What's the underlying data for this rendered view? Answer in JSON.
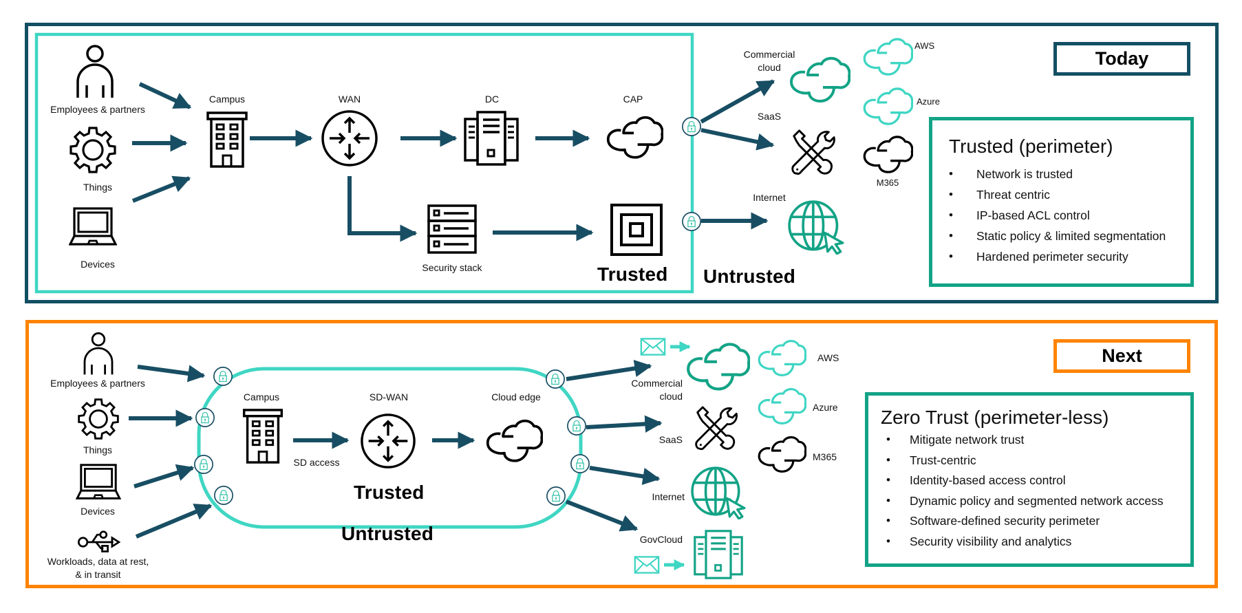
{
  "colors": {
    "navy": "#134f63",
    "teal_light": "#3fd6c3",
    "teal_green": "#13a386",
    "orange": "#ff8300",
    "arrow": "#184e63",
    "black": "#000000"
  },
  "today": {
    "tag": "Today",
    "sources": [
      {
        "label": "Employees & partners",
        "icon": "person-icon"
      },
      {
        "label": "Things",
        "icon": "gear-icon"
      },
      {
        "label": "Devices",
        "icon": "laptop-icon"
      }
    ],
    "nodes": {
      "campus": "Campus",
      "wan": "WAN",
      "dc": "DC",
      "cap": "CAP",
      "security_stack": "Security stack"
    },
    "zone_trusted": "Trusted",
    "zone_untrusted": "Untrusted",
    "destinations": {
      "commercial_cloud": "Commercial\ncloud",
      "saas": "SaaS",
      "internet": "Internet"
    },
    "clouds": [
      "AWS",
      "Azure",
      "M365"
    ],
    "info": {
      "title": "Trusted (perimeter)",
      "bullets": [
        "Network is trusted",
        "Threat centric",
        "IP-based ACL control",
        "Static policy & limited segmentation",
        "Hardened perimeter security"
      ]
    }
  },
  "next": {
    "tag": "Next",
    "sources": [
      {
        "label": "Employees & partners",
        "icon": "person-icon"
      },
      {
        "label": "Things",
        "icon": "gear-icon"
      },
      {
        "label": "Devices",
        "icon": "laptop-icon"
      },
      {
        "label": "Workloads, data at rest,\n& in transit",
        "icon": "usb-icon"
      }
    ],
    "nodes": {
      "campus": "Campus",
      "sd_access": "SD access",
      "sdwan": "SD-WAN",
      "cloud_edge": "Cloud edge"
    },
    "zone_trusted": "Trusted",
    "zone_untrusted": "Untrusted",
    "destinations": {
      "commercial_cloud": "Commercial\ncloud",
      "saas": "SaaS",
      "internet": "Internet",
      "govcloud": "GovCloud"
    },
    "clouds": [
      "AWS",
      "Azure",
      "M365"
    ],
    "info": {
      "title": "Zero Trust (perimeter-less)",
      "bullets": [
        "Mitigate network trust",
        "Trust-centric",
        "Identity-based access control",
        "Dynamic policy and segmented network access",
        "Software-defined security perimeter",
        "Security visibility and analytics"
      ]
    }
  }
}
